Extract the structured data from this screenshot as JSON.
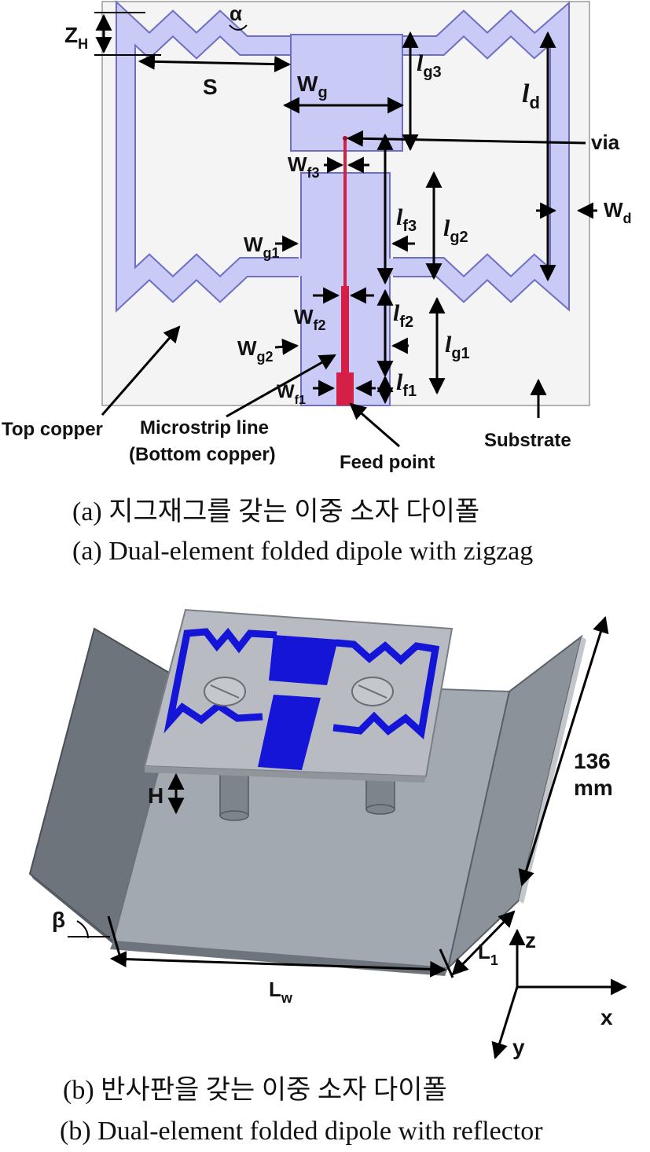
{
  "panel_a": {
    "labels": {
      "alpha": "α",
      "zh_main": "Z",
      "zh_sub": "H",
      "s": "S",
      "wg_main": "W",
      "wg_sub": "g",
      "lg3_main": "l",
      "lg3_sub": "g3",
      "ld_main": "l",
      "ld_sub": "d",
      "via": "via",
      "wf3_main": "W",
      "wf3_sub": "f3",
      "wd_main": "W",
      "wd_sub": "d",
      "lf3_main": "l",
      "lf3_sub": "f3",
      "lg2_main": "l",
      "lg2_sub": "g2",
      "wg1_main": "W",
      "wg1_sub": "g1",
      "wf2_main": "W",
      "wf2_sub": "f2",
      "lf2_main": "l",
      "lf2_sub": "f2",
      "lg1_main": "l",
      "lg1_sub": "g1",
      "wg2_main": "W",
      "wg2_sub": "g2",
      "lf1_main": "l",
      "lf1_sub": "f1",
      "wf1_main": "W",
      "wf1_sub": "f1",
      "top_copper": "Top copper",
      "microstrip_line": "Microstrip line",
      "bottom_copper": "(Bottom copper)",
      "feed_point": "Feed point",
      "substrate": "Substrate"
    },
    "caption_ko": "(a)  지그재그를  갖는  이중  소자  다이폴",
    "caption_en": "(a)  Dual-element  folded  dipole  with  zigzag"
  },
  "panel_b": {
    "labels": {
      "h": "H",
      "beta": "β",
      "lw_main": "L",
      "lw_sub": "w",
      "l1_main": "L",
      "l1_sub": "1",
      "dim_value": "136",
      "dim_unit": "mm",
      "axis_z": "z",
      "axis_x": "x",
      "axis_y": "y"
    },
    "caption_ko": "(b)  반사판을  갖는  이중  소자  다이폴",
    "caption_en": "(b)  Dual-element  folded  dipole  with  reflector"
  },
  "colors": {
    "copper_fill": "#c9caf5",
    "copper_stroke": "#6e6fc4",
    "substrate_fill": "#f4f4f4",
    "microstrip": "#d42046",
    "pcb_pattern": "#1515d8",
    "reflector": "#9aa0a8"
  }
}
